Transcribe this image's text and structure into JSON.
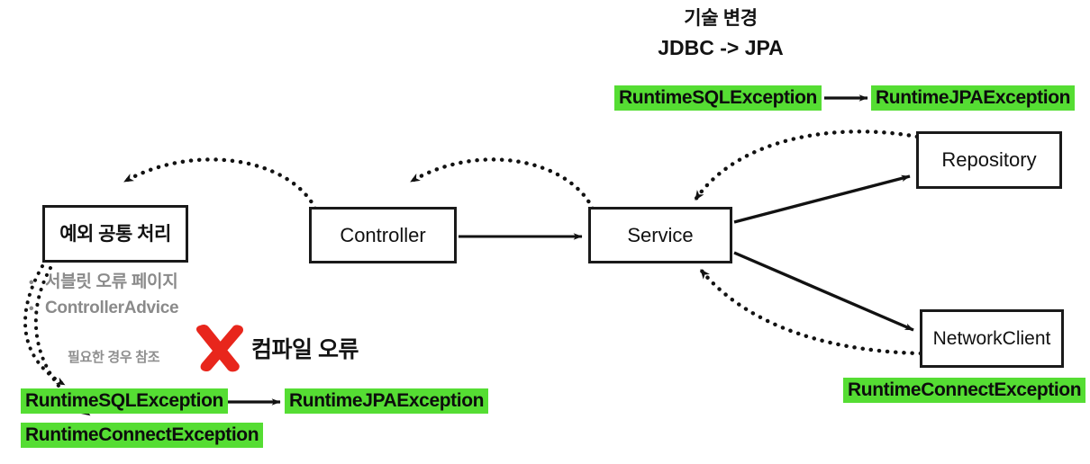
{
  "heading": {
    "line1": "기술 변경",
    "line2": "JDBC -> JPA"
  },
  "nodes": {
    "exception_handler": "예외 공통 처리",
    "controller": "Controller",
    "service": "Service",
    "repository": "Repository",
    "network_client": "NetworkClient"
  },
  "exceptions": {
    "top_sql": "RuntimeSQLException",
    "top_jpa": "RuntimeJPAException",
    "right_connect": "RuntimeConnectException",
    "bottom_sql": "RuntimeSQLException",
    "bottom_jpa": "RuntimeJPAException",
    "bottom_connect": "RuntimeConnectException"
  },
  "bullets": [
    {
      "dot": "•",
      "label": "서블릿 오류 페이지"
    },
    {
      "dot": "•",
      "label": "ControllerAdvice"
    }
  ],
  "captions": {
    "reference": "필요한 경우 참조",
    "compile_error": "컴파일 오류"
  },
  "colors": {
    "highlight_green": "#55dd33",
    "x_mark_red": "#e8261c",
    "muted_gray": "#8a8a8a",
    "ink": "#141414",
    "background": "#ffffff"
  }
}
